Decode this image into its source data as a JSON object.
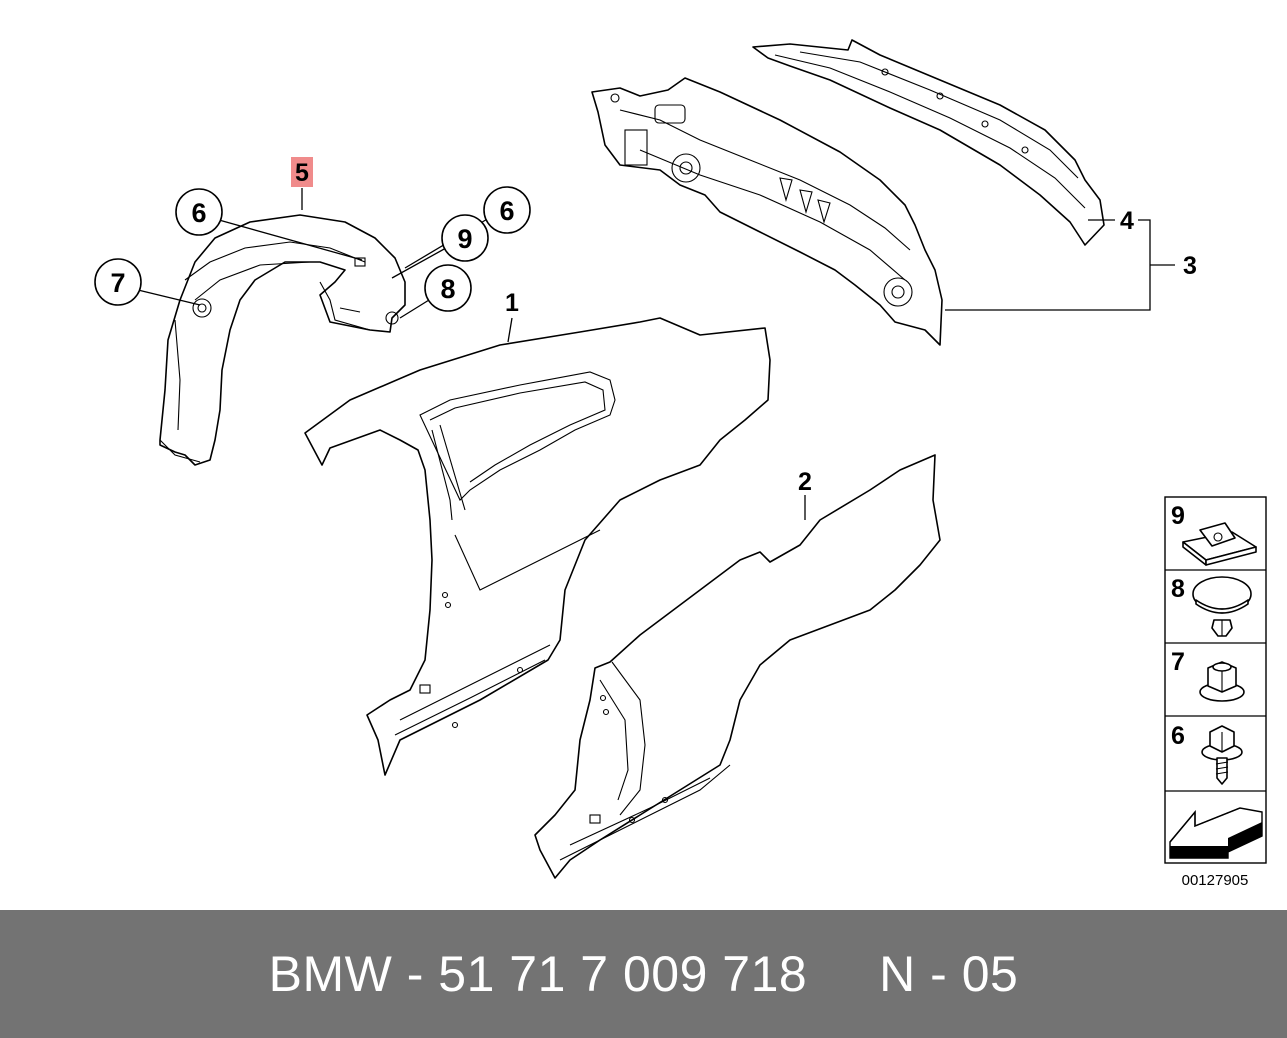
{
  "footer": {
    "text": "BMW - 51 71 7 009 718     N - 05"
  },
  "diagram": {
    "id_text": "00127905",
    "highlight_color": "#f08b8b",
    "callouts": {
      "c1": "1",
      "c2": "2",
      "c3": "3",
      "c4": "4",
      "c5": "5",
      "c6a": "6",
      "c6b": "6",
      "c7": "7",
      "c8": "8",
      "c9": "9"
    },
    "legend": {
      "l9": "9",
      "l8": "8",
      "l7": "7",
      "l6": "6"
    }
  }
}
